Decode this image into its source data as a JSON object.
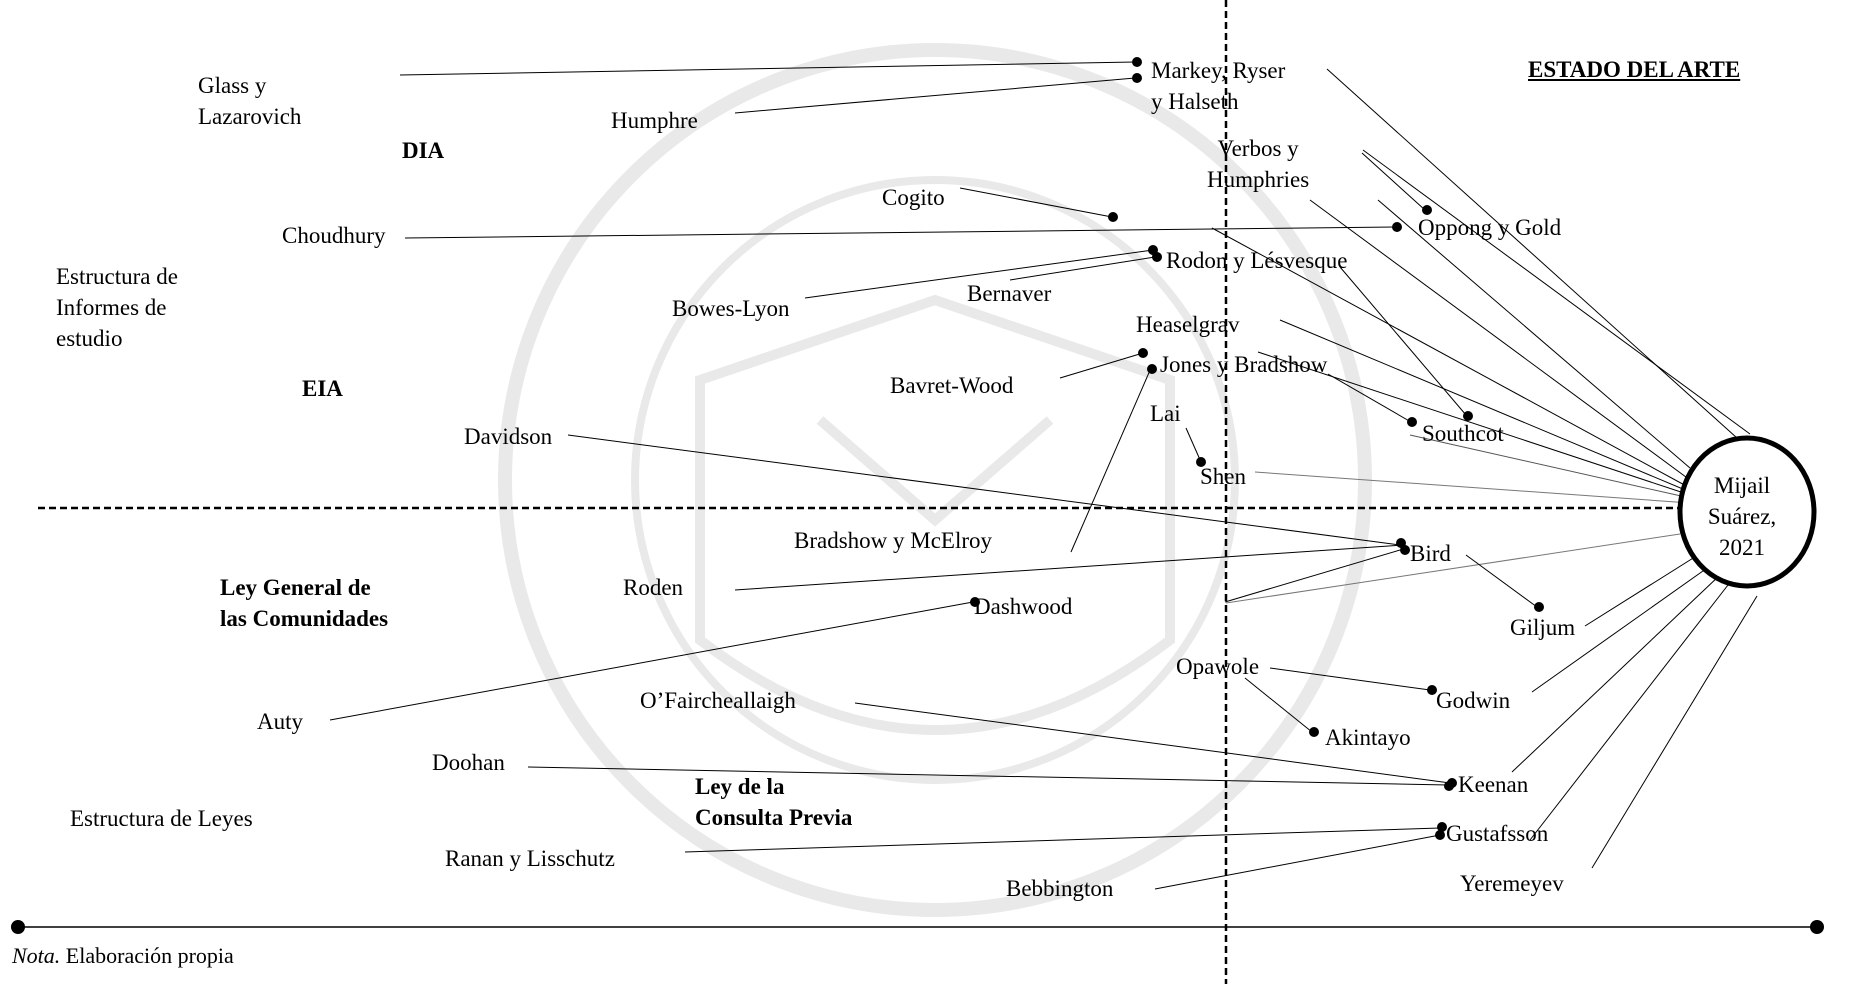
{
  "title": "ESTADO DEL ARTE",
  "center": "Mijail\nSuárez,\n2021",
  "note": {
    "prefix": "Nota.",
    "text": " Elaboración propia"
  },
  "categories": {
    "dia": "DIA",
    "eia": "EIA",
    "estructura_informes": "Estructura de\nInformes de\nestudio",
    "ley_comunidades": "Ley General de\nlas Comunidades",
    "ley_consulta": "Ley de la\nConsulta Previa",
    "estructura_leyes": "Estructura de Leyes"
  },
  "authors": {
    "glass": "Glass y\nLazarovich",
    "humphre": "Humphre",
    "markey": "Markey,  Ryser\ny Halseth",
    "verbos": "Verbos y\nHumphries",
    "cogito": "Cogito",
    "oppong": "Oppong y Gold",
    "choudhury": "Choudhury",
    "rodon": "Rodon y Lésvesque",
    "bernaver": "Bernaver",
    "bowes": "Bowes-Lyon",
    "heaselgrav": "Heaselgrav",
    "jones": "Jones y Bradshow",
    "bavret": "Bavret-Wood",
    "southcot": "Southcot",
    "lai": "Lai",
    "davidson": "Davidson",
    "shen": "Shen",
    "bradshow": "Bradshow y McElroy",
    "bird": "Bird",
    "roden": "Roden",
    "dashwood": "Dashwood",
    "giljum": "Giljum",
    "opawole": "Opawole",
    "godwin": "Godwin",
    "ofairch": "O’Faircheallaigh",
    "akintayo": "Akintayo",
    "auty": "Auty",
    "doohan": "Doohan",
    "keenan": "Keenan",
    "ranan": "Ranan y Lisschutz",
    "gustafsson": "Gustafsson",
    "bebbington": "Bebbington",
    "yeremeyev": "Yeremeyev"
  }
}
